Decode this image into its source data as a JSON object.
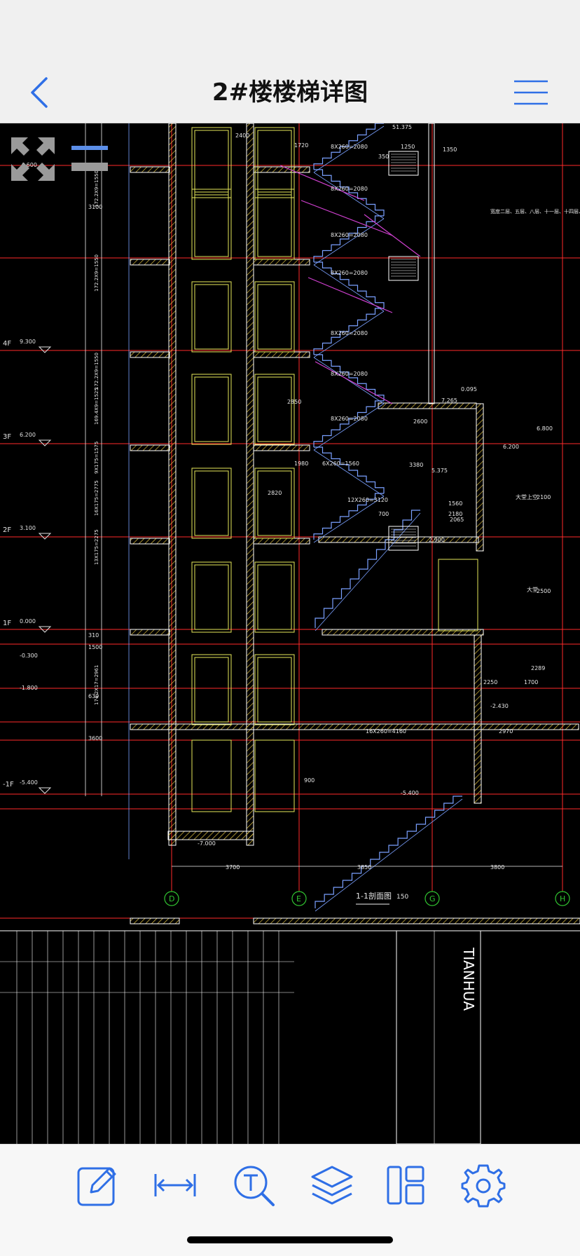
{
  "header": {
    "title": "2#楼楼梯详图"
  },
  "icons": {
    "back": "chevron-left-icon",
    "menu": "hamburger-menu-icon",
    "fullscreen": "expand-arrows-icon",
    "layers_toggle": "layer-toggle-icon"
  },
  "drawing": {
    "section_title": "1-1剖面图",
    "section_scale": "150",
    "levels": [
      {
        "floor": "1F",
        "elev": "0.000"
      },
      {
        "floor": "2F",
        "elev": "3.100"
      },
      {
        "floor": "3F",
        "elev": "6.200"
      },
      {
        "floor": "4F",
        "elev": "9.300"
      },
      {
        "floor": "-1F",
        "elev": "-5.400"
      }
    ],
    "elev_marks": [
      "-0.300",
      "-1.800",
      "-7.000",
      "-5.400",
      "-2.430",
      "7.265",
      "6.800",
      "6.200",
      "5.375",
      "2.900",
      "0.095",
      "51.375",
      "4.600"
    ],
    "stair_runs": [
      "8X260=2080",
      "8X260=2080",
      "8X260=2080",
      "8X260=2080",
      "8X260=2080",
      "8X260=2080",
      "8X260=2080",
      "6X260=1560",
      "12X260=3120",
      "16X260=4160"
    ],
    "dims": [
      "1720",
      "1250",
      "1350",
      "2600",
      "1980",
      "3380",
      "1560",
      "2065",
      "2100",
      "2970",
      "1700",
      "2250",
      "1500",
      "2289",
      "3100",
      "2400",
      "2850",
      "2820",
      "900",
      "350",
      "700",
      "310",
      "639",
      "3600",
      "3700",
      "3850",
      "3800",
      "2180",
      "2500"
    ],
    "vert_dims": [
      "172.2X9=1550",
      "172.2X9=1550",
      "172.2X9=1550",
      "9X175=1575",
      "16X175=2775",
      "13X175=2275",
      "174.2X17=2961",
      "169.4X9=1525"
    ],
    "axes": [
      "D",
      "E",
      "G",
      "H"
    ],
    "notes": [
      "大堂上空",
      "大堂",
      "宽度二层、五层、八层、十一层、十四层、十七层窗台"
    ],
    "brand": "TIANHUA",
    "colors": {
      "grid": "#ff2a2a",
      "wall": "#ffffff",
      "stair": "#7aa0ff",
      "window": "#e6e85a",
      "dim": "#f0f0f0",
      "hatch": "#e0c040",
      "axis": "#31c431",
      "accent": "#d040d0"
    }
  },
  "toolbar": {
    "items": [
      {
        "icon": "edit-pencil-icon"
      },
      {
        "icon": "measure-distance-icon"
      },
      {
        "icon": "text-search-icon"
      },
      {
        "icon": "layers-icon"
      },
      {
        "icon": "layout-panels-icon"
      },
      {
        "icon": "settings-gear-icon"
      }
    ],
    "accent": "#2f6fe6"
  }
}
